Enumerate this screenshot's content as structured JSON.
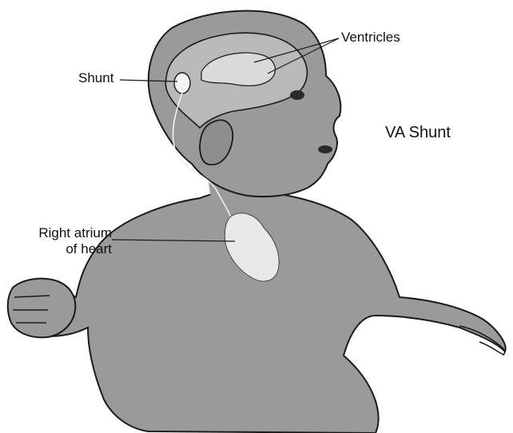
{
  "title": "VA Shunt",
  "labels": {
    "shunt": "Shunt",
    "ventricles": "Ventricles",
    "atrium_line1": "Right atrium",
    "atrium_line2": "of heart"
  },
  "colors": {
    "skin": "#9a9a9a",
    "skin_dark": "#7d7d7d",
    "outline": "#1a1a1a",
    "brain": "#b9b9b9",
    "ventricle": "#dadada",
    "heart": "#e8e8e8",
    "text": "#111111"
  }
}
